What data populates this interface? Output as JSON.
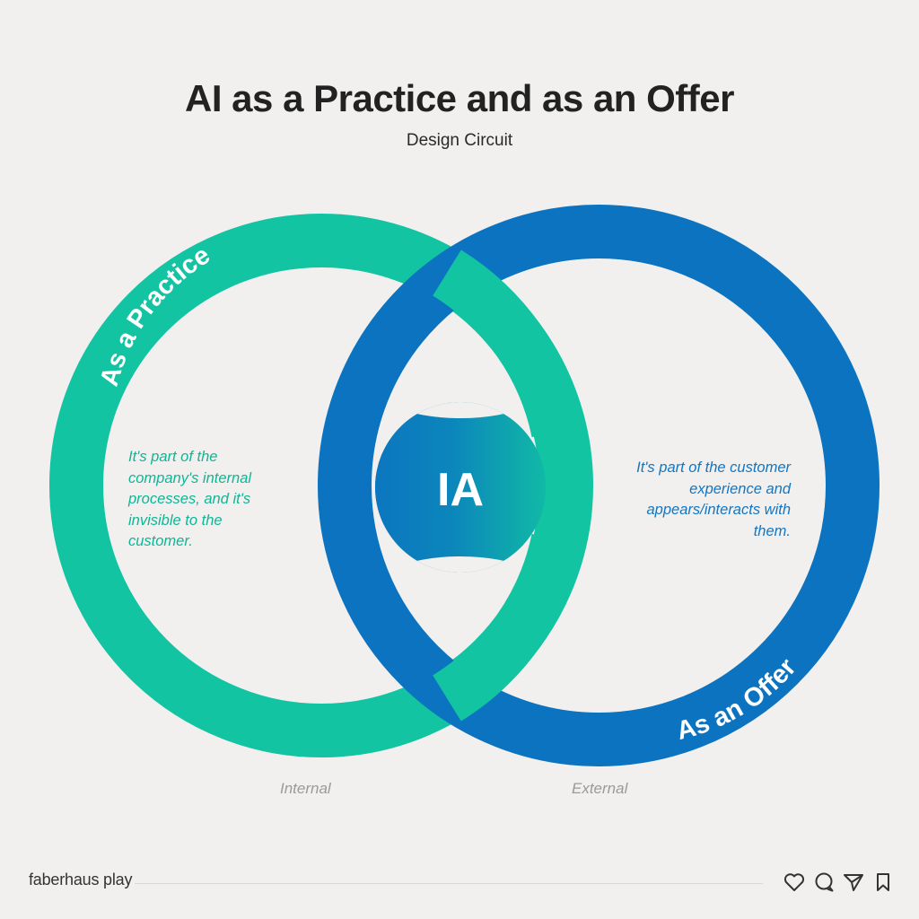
{
  "header": {
    "title": "AI as a Practice and as an Offer",
    "subtitle": "Design Circuit"
  },
  "diagram": {
    "left_ring_label": "As a Practice",
    "right_ring_label": "As an Offer",
    "center_label": "IA",
    "left_description": "It's part of the company's internal processes, and it's invisible to the customer.",
    "right_description": "It's part of the customer experience and appears/interacts with them.",
    "left_axis_label": "Internal",
    "right_axis_label": "External",
    "colors": {
      "practice": "#12c4a2",
      "offer": "#0b73c0",
      "background": "#f1f0ee"
    }
  },
  "footer": {
    "brand": "faberhaus play",
    "icons": [
      "heart-icon",
      "comment-icon",
      "send-icon",
      "bookmark-icon"
    ]
  }
}
